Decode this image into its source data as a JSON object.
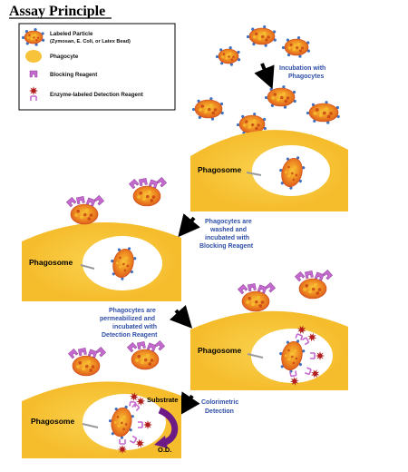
{
  "title": "Assay Principle",
  "legend": {
    "labeled_particle": "Labeled Particle",
    "labeled_particle_sub": "(Zymosan, E. Coli, or Latex Bead)",
    "phagocyte": "Phagocyte",
    "blocking_reagent": "Blocking Reagent",
    "detection_reagent": "Enzyme-labeled Detection Reagent"
  },
  "steps": {
    "incubation": [
      "Incubation with",
      "Phagocytes"
    ],
    "washed": [
      "Phagocytes are",
      "washed and",
      "incubated with",
      "Blocking Reagent"
    ],
    "permeabilized": [
      "Phagocytes are",
      "permeabilized and",
      "incubated with",
      "Detection Reagent"
    ],
    "colorimetric": [
      "Colorimetric",
      "Detection"
    ]
  },
  "labels": {
    "phagosome": "Phagosome",
    "substrate": "Substrate",
    "od": "O.D."
  },
  "colors": {
    "cell": "#F7C33A",
    "particle": "#E8641C",
    "particle_light": "#F7C22F",
    "step_text": "#2F4FA8",
    "blocking": "#C46ACF",
    "detection": "#B01E1E",
    "substrate_arrow": "#6C1A86",
    "stud": "#3F6FBF"
  }
}
